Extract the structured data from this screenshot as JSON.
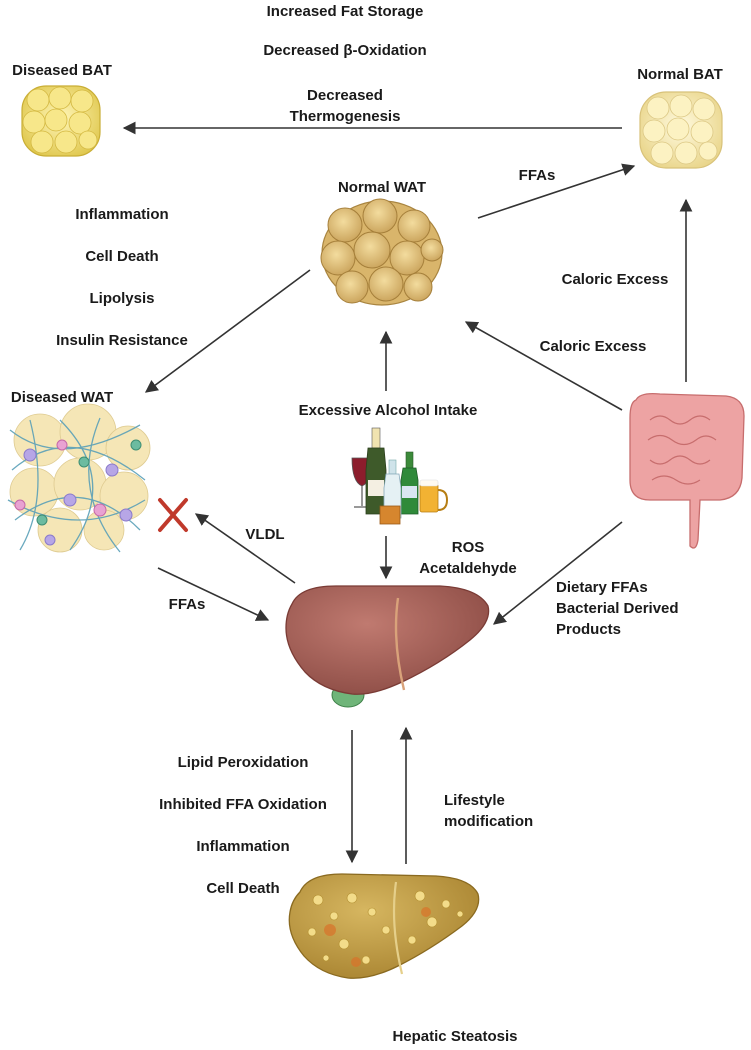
{
  "nodes": {
    "diseased_bat": "Diseased BAT",
    "normal_bat": "Normal BAT",
    "normal_wat": "Normal WAT",
    "diseased_wat": "Diseased WAT",
    "alcohol": "Excessive Alcohol Intake",
    "hepatic_steatosis": "Hepatic Steatosis"
  },
  "bat_effects": [
    "Increased Fat Storage",
    "Decreased β-Oxidation",
    "Decreased",
    "Thermogenesis"
  ],
  "wat_effects": [
    "Inflammation",
    "Cell Death",
    "Lipolysis",
    "Insulin Resistance"
  ],
  "liver_effects": [
    "Lipid Peroxidation",
    "Inhibited FFA Oxidation",
    "Inflammation",
    "Cell Death"
  ],
  "edges": {
    "wat_to_bat": "FFAs",
    "gut_to_bat": "Caloric Excess",
    "gut_to_wat": "Caloric Excess",
    "liver_to_wat": "VLDL",
    "wat_to_liver": "FFAs",
    "alcohol_products": [
      "ROS",
      "Acetaldehyde"
    ],
    "gut_products": [
      "Dietary FFAs",
      "Bacterial Derived",
      "Products"
    ],
    "lifestyle": [
      "Lifestyle",
      "modification"
    ]
  },
  "colors": {
    "bat_fat": "#f2e28a",
    "wat_fat": "#e3c27a",
    "liver": "#a8645c",
    "steatosis": "#c2a24a",
    "gut": "#eda3a3",
    "block_x": "#c0392b"
  }
}
